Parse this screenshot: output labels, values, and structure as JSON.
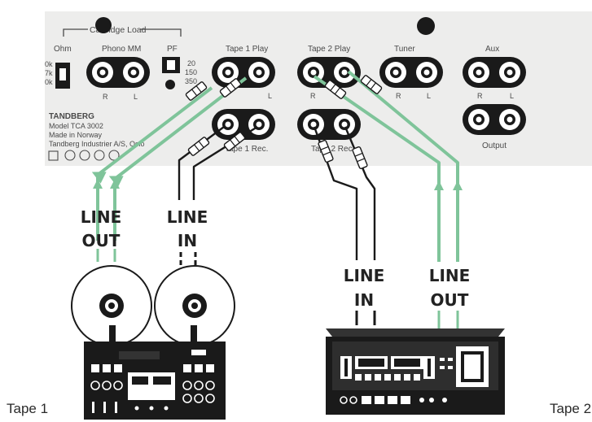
{
  "panel": {
    "bg_color": "#ededec",
    "group_label": "Cartridge Load",
    "ohm_label": "Ohm",
    "ohm_values": [
      "0k",
      "7k",
      "0k"
    ],
    "phono_label": "Phono MM",
    "pf_label": "PF",
    "pf_values": [
      "20",
      "150",
      "350"
    ],
    "phono_r": "R",
    "phono_l": "L",
    "tape1_play": "Tape 1 Play",
    "tape1_rec": "Tape 1 Rec.",
    "tape2_play": "Tape 2 Play",
    "tape2_rec": "Tape 2 Rec.",
    "tuner": "Tuner",
    "aux": "Aux",
    "output": "Output",
    "r": "R",
    "l": "L",
    "brand": "TANDBERG",
    "model": "Model TCA 3002",
    "made_in": "Made in Norway",
    "maker": "Tandberg Industrier A/S, Oslo"
  },
  "labels": {
    "tape1_line_out": [
      "LINE",
      "OUT"
    ],
    "tape1_line_in": [
      "LINE",
      "IN"
    ],
    "tape2_line_in": [
      "LINE",
      "IN"
    ],
    "tape2_line_out": [
      "LINE",
      "OUT"
    ],
    "tape1": "Tape 1",
    "tape2": "Tape 2"
  },
  "colors": {
    "out_cable": "#7fc49a",
    "in_cable": "#1a1a1a",
    "jack": "#1a1a1a"
  }
}
